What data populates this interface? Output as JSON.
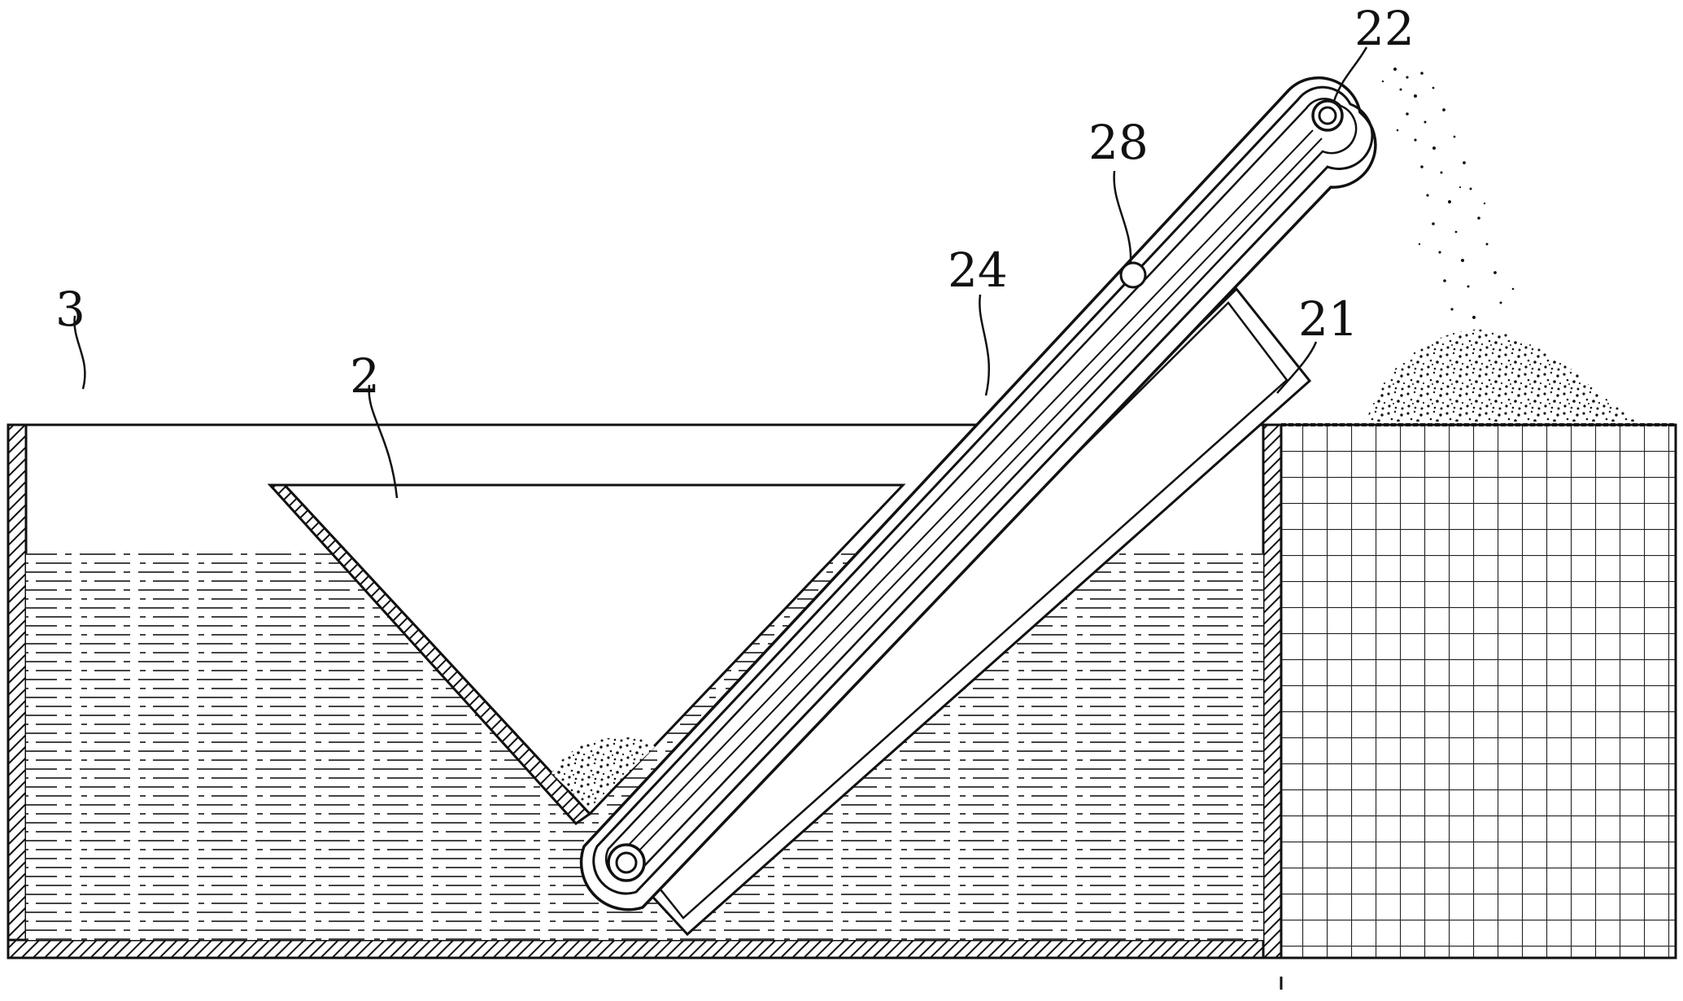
{
  "figure": {
    "labels": {
      "tank": "3",
      "hopper": "2",
      "belt": "24",
      "roller": "28",
      "top_pulley": "22",
      "frame": "21"
    }
  }
}
